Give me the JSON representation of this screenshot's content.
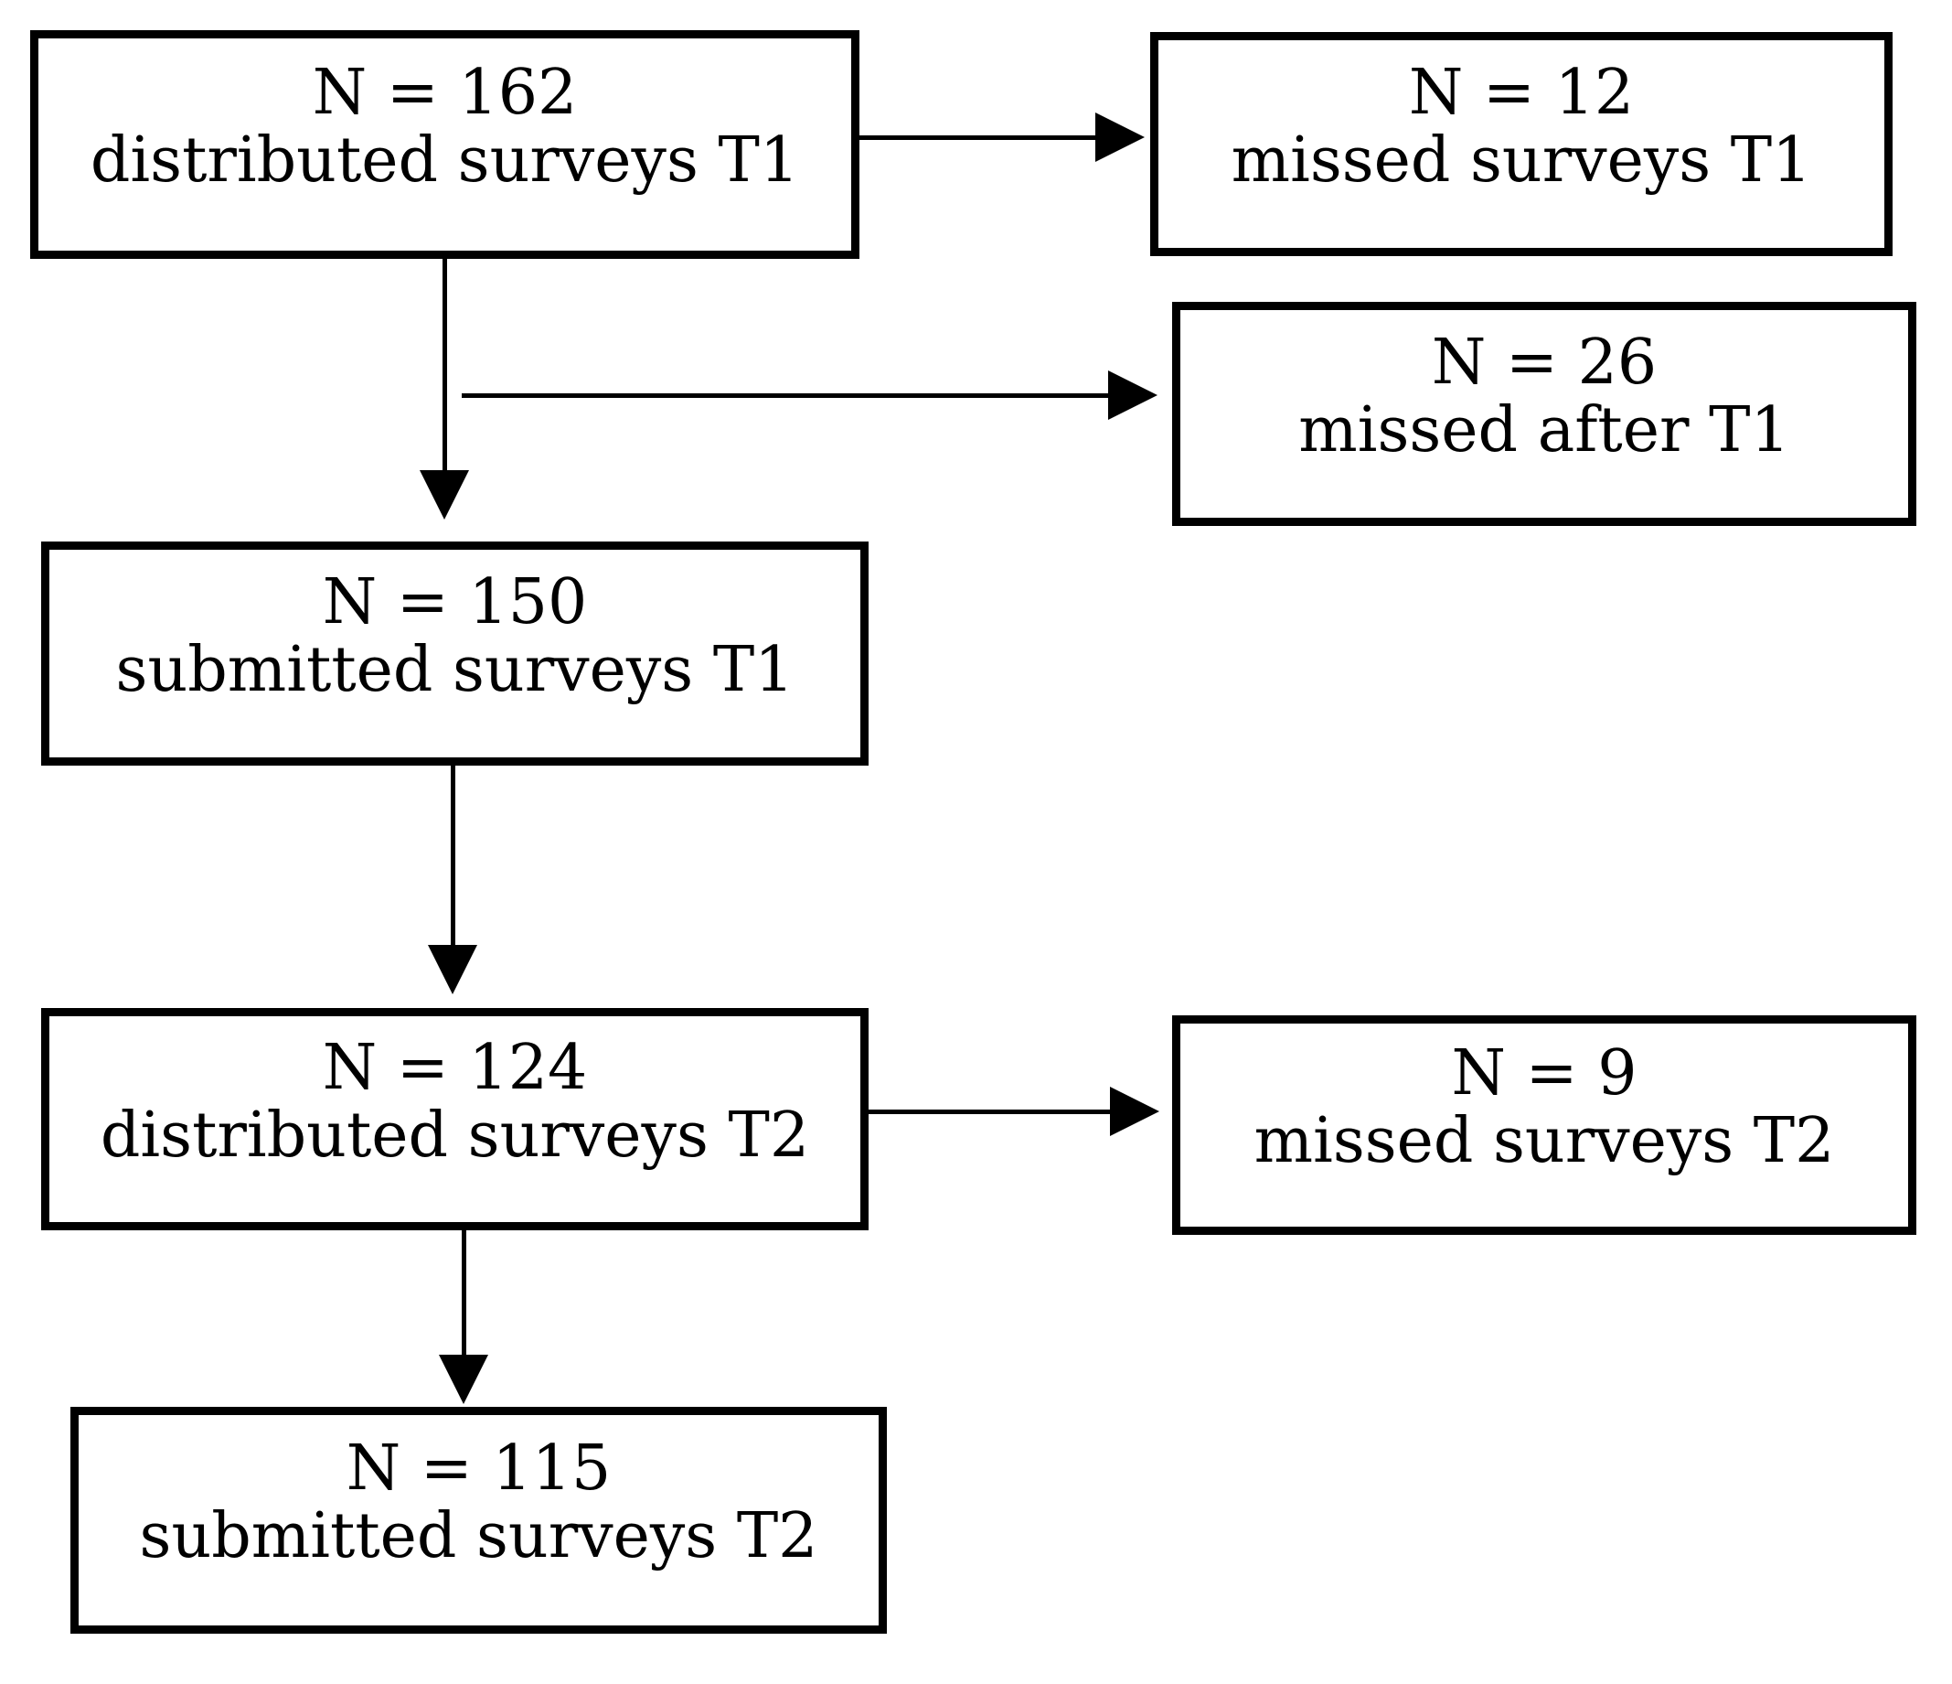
{
  "figure": {
    "type": "flowchart",
    "description": "Survey participation flow across two time points T1 and T2"
  },
  "boxes": [
    {
      "id": "distributed-t1",
      "n_label": "N = 162",
      "caption": "distributed surveys T1"
    },
    {
      "id": "missed-t1",
      "n_label": "N = 12",
      "caption": "missed surveys T1"
    },
    {
      "id": "missed-after-t1",
      "n_label": "N = 26",
      "caption": "missed after T1"
    },
    {
      "id": "submitted-t1",
      "n_label": "N = 150",
      "caption": "submitted surveys T1"
    },
    {
      "id": "distributed-t2",
      "n_label": "N = 124",
      "caption": "distributed surveys T2"
    },
    {
      "id": "missed-t2",
      "n_label": "N = 9",
      "caption": "missed surveys T2"
    },
    {
      "id": "submitted-t2",
      "n_label": "N = 115",
      "caption": "submitted surveys T2"
    }
  ],
  "connections": [
    {
      "from": "distributed-t1",
      "to": "missed-t1"
    },
    {
      "from": "distributed-t1",
      "to": "missed-after-t1"
    },
    {
      "from": "distributed-t1",
      "to": "submitted-t1"
    },
    {
      "from": "submitted-t1",
      "to": "distributed-t2"
    },
    {
      "from": "distributed-t2",
      "to": "missed-t2"
    },
    {
      "from": "distributed-t2",
      "to": "submitted-t2"
    }
  ],
  "colors": {
    "line": "#000000",
    "background": "#ffffff",
    "text": "#000000"
  }
}
